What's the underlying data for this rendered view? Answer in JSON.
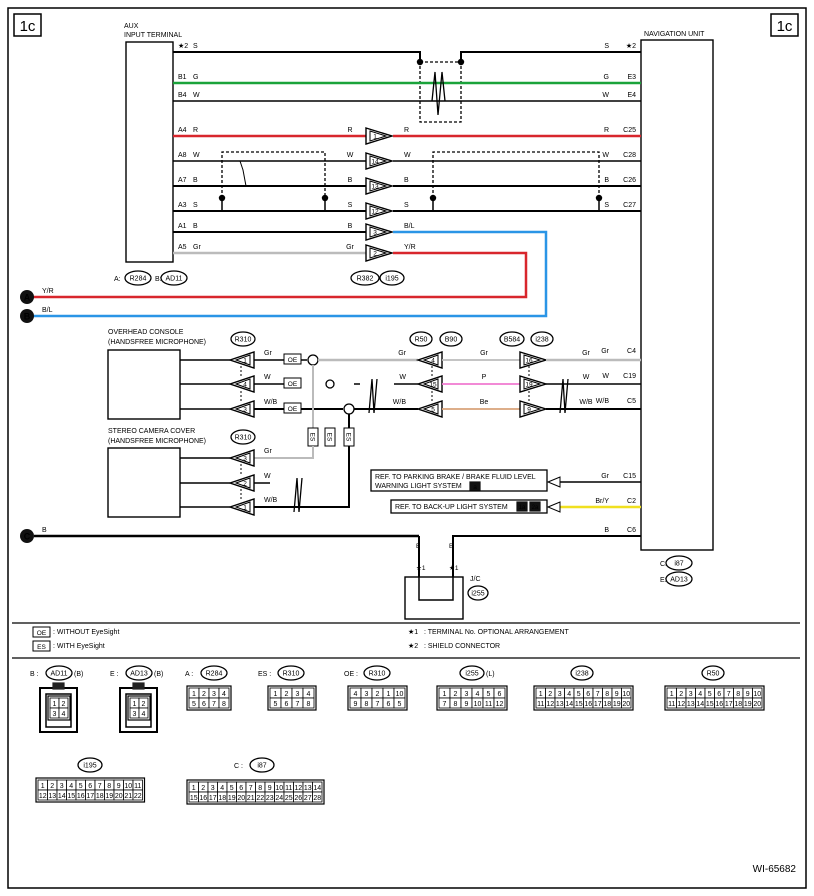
{
  "page": {
    "tag_left": "1c",
    "tag_right": "1c",
    "figure_id": "WI-65682"
  },
  "aux": {
    "title_line1": "AUX",
    "title_line2": "INPUT TERMINAL",
    "conn_label": "A:",
    "conn_a": "R284",
    "conn_b_label": "B:",
    "conn_b": "AD11"
  },
  "nav": {
    "title": "NAVIGATION UNIT",
    "conn_c_label": "C:",
    "conn_c": "i87",
    "conn_e_label": "E:",
    "conn_e": "AD13"
  },
  "aux_pins": [
    {
      "pin": "★2",
      "color": "S"
    },
    {
      "pin": "B1",
      "color": "G"
    },
    {
      "pin": "B4",
      "color": "W"
    },
    {
      "pin": "A4",
      "color": "R"
    },
    {
      "pin": "A8",
      "color": "W"
    },
    {
      "pin": "A7",
      "color": "B"
    },
    {
      "pin": "A3",
      "color": "S"
    },
    {
      "pin": "A1",
      "color": "B"
    },
    {
      "pin": "A5",
      "color": "Gr"
    }
  ],
  "nav_pins": [
    {
      "pin": "★2",
      "color": "S"
    },
    {
      "pin": "E3",
      "color": "G"
    },
    {
      "pin": "E4",
      "color": "W"
    },
    {
      "pin": "C25",
      "color": "R"
    },
    {
      "pin": "C28",
      "color": "W"
    },
    {
      "pin": "C26",
      "color": "B"
    },
    {
      "pin": "C27",
      "color": "S"
    },
    {
      "pin": "C4",
      "color": "Gr"
    },
    {
      "pin": "C19",
      "color": "W"
    },
    {
      "pin": "C5",
      "color": "W/B"
    },
    {
      "pin": "C15",
      "color": "Gr"
    },
    {
      "pin": "C2",
      "color": "Br/Y"
    },
    {
      "pin": "C6",
      "color": "B"
    }
  ],
  "junction": {
    "connectors": [
      "R382",
      "i195"
    ],
    "left_colors": [
      "R",
      "W",
      "B",
      "S",
      "B",
      "Gr"
    ],
    "right_colors": [
      "R",
      "W",
      "B",
      "S",
      "B/L",
      "Y/R"
    ],
    "pins": [
      "1",
      "14",
      "13",
      "12",
      "3",
      "2"
    ]
  },
  "external": [
    {
      "id": "A",
      "color": "Y/R"
    },
    {
      "id": "B",
      "color": "B/L"
    },
    {
      "id": "C",
      "color": "B"
    }
  ],
  "overhead": {
    "title_line1": "OVERHEAD CONSOLE",
    "title_line2": "(HANDSFREE MICROPHONE)",
    "conn": "R310",
    "pins": [
      "1",
      "4",
      "3"
    ],
    "colors": [
      "Gr",
      "W",
      "W/B"
    ],
    "oe": "OE"
  },
  "mid_conn": {
    "conn_a": "R50",
    "conn_b": "B90",
    "conn_c": "B584",
    "conn_d": "i238",
    "left_pins": [
      "4",
      "15",
      "5"
    ],
    "right_pins": [
      "16",
      "19",
      "9"
    ],
    "left_colors": [
      "Gr",
      "W",
      "W/B"
    ],
    "mid_colors": [
      "Gr",
      "P",
      "Be"
    ],
    "right_colors": [
      "Gr",
      "W",
      "W/B"
    ]
  },
  "stereo": {
    "title_line1": "STEREO CAMERA COVER",
    "title_line2": "(HANDSFREE MICROPHONE)",
    "conn": "R310",
    "pins": [
      "3",
      "2",
      "1"
    ],
    "colors": [
      "Gr",
      "W",
      "W/B"
    ],
    "es": "ES"
  },
  "refs": {
    "parking_line1": "REF. TO PARKING BRAKE / BRAKE FLUID LEVEL",
    "parking_line2": "WARNING LIGHT SYSTEM",
    "parking_tag": "a",
    "backup": "REF. TO BACK-UP LIGHT SYSTEM",
    "backup_tag1": "1a",
    "backup_tag2": "2a"
  },
  "jc": {
    "label": "J/C",
    "conn": "i255",
    "star": "★1",
    "wire": "B"
  },
  "legend": {
    "oe_tag": "OE",
    "oe_text": ": WITHOUT EyeSight",
    "es_tag": "ES",
    "es_text": ": WITH EyeSight",
    "star1": "★1",
    "star1_text": ": TERMINAL No. OPTIONAL ARRANGEMENT",
    "star2": "★2",
    "star2_text": ": SHIELD CONNECTOR"
  },
  "connector_views": [
    {
      "prefix": "B :",
      "name": "AD11",
      "suffix": "(B)",
      "pins": [
        "1",
        "2",
        "3",
        "4"
      ]
    },
    {
      "prefix": "E :",
      "name": "AD13",
      "suffix": "(B)",
      "pins": [
        "1",
        "2",
        "3",
        "4"
      ]
    },
    {
      "prefix": "A :",
      "name": "R284",
      "suffix": "",
      "pins": [
        "1",
        "2",
        "3",
        "4",
        "5",
        "6",
        "7",
        "8"
      ]
    },
    {
      "prefix": "ES :",
      "name": "R310",
      "suffix": "",
      "pins": [
        "1",
        "2",
        "3",
        "4",
        "5",
        "6",
        "7",
        "8"
      ]
    },
    {
      "prefix": "OE :",
      "name": "R310",
      "suffix": "",
      "pins": [
        "4",
        "3",
        "2",
        "1",
        "10",
        "9",
        "8",
        "7",
        "6",
        "5"
      ]
    },
    {
      "prefix": "",
      "name": "i255",
      "suffix": "(L)",
      "pins": [
        "1",
        "2",
        "3",
        "4",
        "5",
        "6",
        "7",
        "8",
        "9",
        "10",
        "11",
        "12"
      ]
    },
    {
      "prefix": "",
      "name": "i238",
      "suffix": "",
      "pins": [
        "1",
        "2",
        "3",
        "4",
        "5",
        "6",
        "7",
        "8",
        "9",
        "10",
        "11",
        "12",
        "13",
        "14",
        "15",
        "16",
        "17",
        "18",
        "19",
        "20"
      ]
    },
    {
      "prefix": "",
      "name": "R50",
      "suffix": "",
      "pins": [
        "1",
        "2",
        "3",
        "4",
        "5",
        "6",
        "7",
        "8",
        "9",
        "10",
        "11",
        "12",
        "13",
        "14",
        "15",
        "16",
        "17",
        "18",
        "19",
        "20"
      ]
    },
    {
      "prefix": "",
      "name": "i195",
      "suffix": "",
      "pins": [
        "1",
        "2",
        "3",
        "4",
        "5",
        "6",
        "7",
        "8",
        "9",
        "10",
        "11",
        "12",
        "13",
        "14",
        "15",
        "16",
        "17",
        "18",
        "19",
        "20",
        "21",
        "22"
      ]
    },
    {
      "prefix": "C :",
      "name": "i87",
      "suffix": "",
      "pins": [
        "1",
        "2",
        "3",
        "4",
        "5",
        "6",
        "7",
        "8",
        "9",
        "10",
        "11",
        "12",
        "13",
        "14",
        "15",
        "16",
        "17",
        "18",
        "19",
        "20",
        "21",
        "22",
        "23",
        "24",
        "25",
        "26",
        "27",
        "28"
      ]
    }
  ],
  "colors": {
    "red": "#d8262c",
    "green": "#1aa33a",
    "blue": "#2a95e6",
    "gray": "#bbbbbb",
    "pink": "#f07ad0",
    "tan": "#d8a37a",
    "yellow": "#f0e020"
  }
}
